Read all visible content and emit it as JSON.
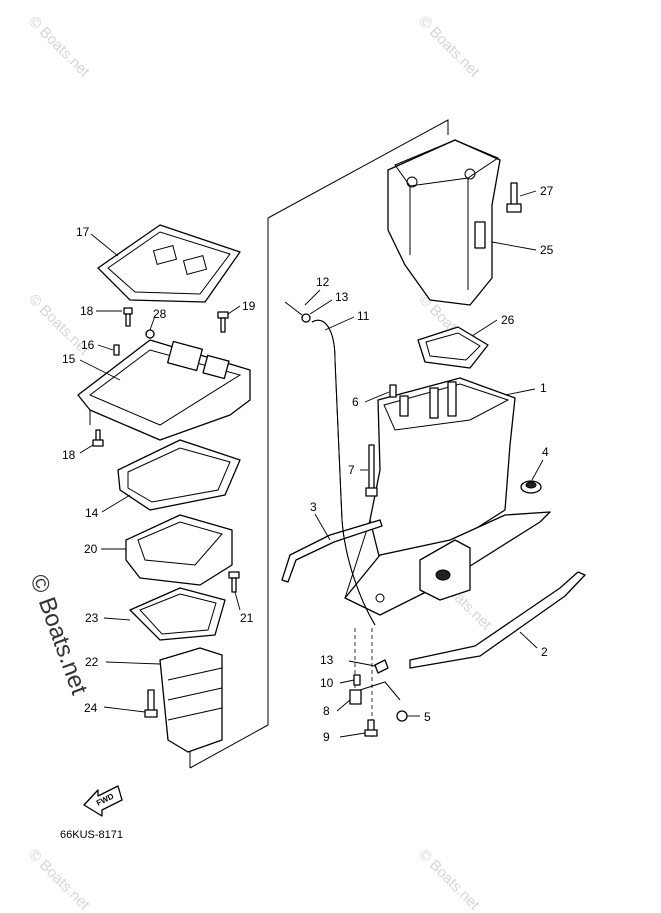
{
  "watermark": "© Boats.net",
  "diagram_code": "66KUS-8171",
  "fwd_label": "FWD",
  "callouts": {
    "c1": "1",
    "c2": "2",
    "c3": "3",
    "c4": "4",
    "c5": "5",
    "c6": "6",
    "c7": "7",
    "c8": "8",
    "c9": "9",
    "c10": "10",
    "c11": "11",
    "c12": "12",
    "c13a": "13",
    "c13b": "13",
    "c14": "14",
    "c15": "15",
    "c16": "16",
    "c17": "17",
    "c18a": "18",
    "c18b": "18",
    "c19": "19",
    "c20": "20",
    "c21": "21",
    "c22": "22",
    "c23": "23",
    "c24": "24",
    "c25": "25",
    "c26": "26",
    "c27": "27",
    "c28": "28"
  }
}
